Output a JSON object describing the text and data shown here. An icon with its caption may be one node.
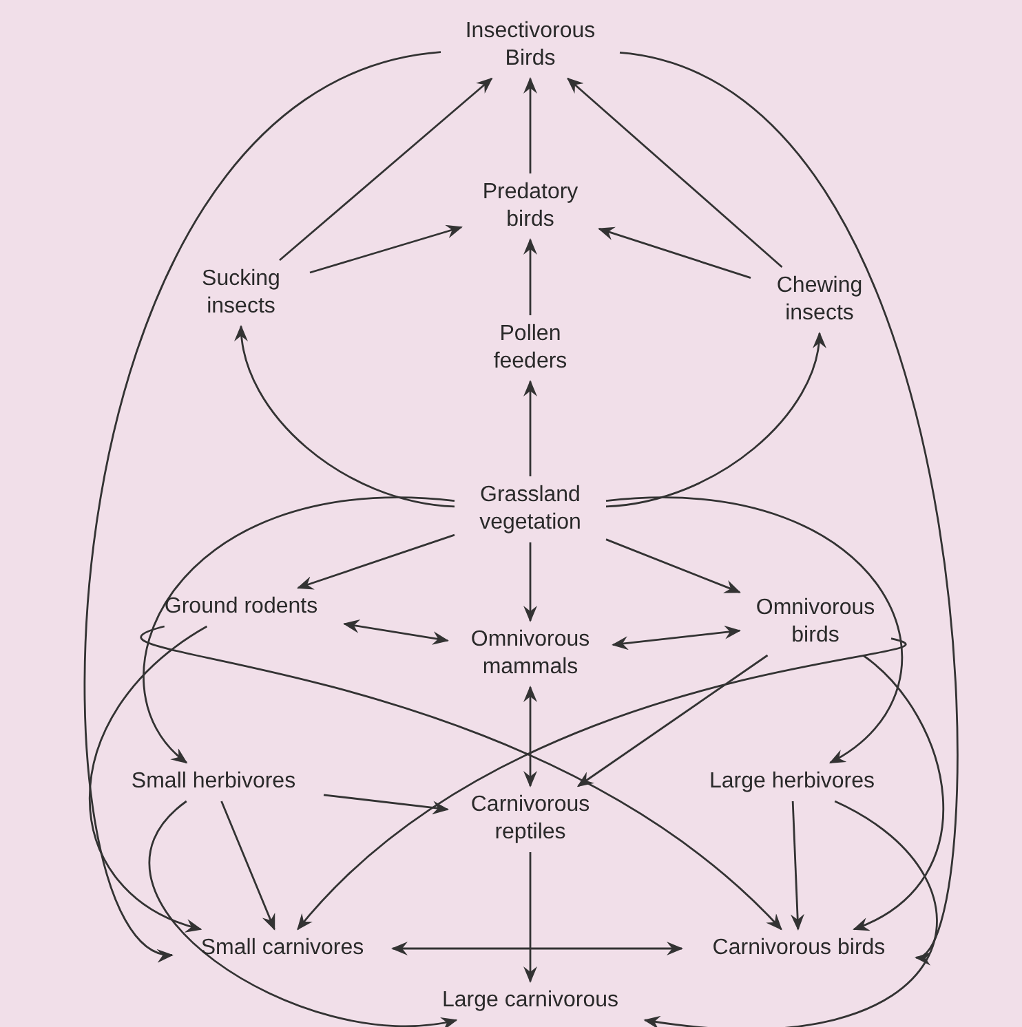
{
  "diagram": {
    "nodes": [
      {
        "text": [
          "Insectivorous Birds"
        ]
      },
      {
        "text": [
          "Predatory birds"
        ]
      },
      {
        "text": [
          "Sucking insects"
        ]
      },
      {
        "text": [
          "Chewing insects"
        ]
      },
      {
        "text": [
          "Pollen feeders"
        ]
      },
      {
        "text": [
          "Grassland vegetation"
        ]
      },
      {
        "text": [
          "Ground rodents"
        ]
      },
      {
        "text": [
          "Omnivorous birds"
        ]
      },
      {
        "text": [
          "Omnivorous mammals"
        ]
      },
      {
        "text": [
          "Small herbivores"
        ]
      },
      {
        "text": [
          "Large herbivores"
        ]
      },
      {
        "text": [
          "Carnivorous reptiles"
        ]
      },
      {
        "text": [
          "Small carnivores"
        ]
      },
      {
        "text": [
          "Carnivorous birds"
        ]
      },
      {
        "text": [
          "Large carnivorous"
        ]
      }
    ],
    "edges": [
      {
        "from": 2,
        "to": 0,
        "arrow": "to"
      },
      {
        "from": 1,
        "to": 0,
        "arrow": "to"
      },
      {
        "from": 3,
        "to": 0,
        "arrow": "to"
      },
      {
        "from": 2,
        "to": 1,
        "arrow": "to"
      },
      {
        "from": 4,
        "to": 1,
        "arrow": "to"
      },
      {
        "from": 3,
        "to": 1,
        "arrow": "to"
      },
      {
        "from": 5,
        "to": 4,
        "arrow": "to"
      },
      {
        "from": 5,
        "to": 2,
        "arrow": "to"
      },
      {
        "from": 5,
        "to": 3,
        "arrow": "to"
      },
      {
        "from": 5,
        "to": 6,
        "arrow": "to"
      },
      {
        "from": 5,
        "to": 8,
        "arrow": "to"
      },
      {
        "from": 5,
        "to": 7,
        "arrow": "to"
      },
      {
        "from": 6,
        "to": 8,
        "arrow": "both"
      },
      {
        "from": 8,
        "to": 7,
        "arrow": "both"
      },
      {
        "from": 8,
        "to": 11,
        "arrow": "both"
      },
      {
        "from": 5,
        "to": 9,
        "arrow": "to"
      },
      {
        "from": 5,
        "to": 10,
        "arrow": "to"
      },
      {
        "from": 9,
        "to": 11,
        "arrow": "to"
      },
      {
        "from": 7,
        "to": 11,
        "arrow": "to"
      },
      {
        "from": 6,
        "to": 13,
        "arrow": "to"
      },
      {
        "from": 7,
        "to": 12,
        "arrow": "to"
      },
      {
        "from": 0,
        "to": 12,
        "arrow": "to"
      },
      {
        "from": 0,
        "to": 13,
        "arrow": "to"
      },
      {
        "from": 6,
        "to": 12,
        "arrow": "to"
      },
      {
        "from": 7,
        "to": 13,
        "arrow": "to"
      },
      {
        "from": 9,
        "to": 12,
        "arrow": "to"
      },
      {
        "from": 10,
        "to": 13,
        "arrow": "to"
      },
      {
        "from": 9,
        "to": 14,
        "arrow": "to"
      },
      {
        "from": 10,
        "to": 14,
        "arrow": "to"
      },
      {
        "from": 11,
        "to": 14,
        "arrow": "to"
      },
      {
        "from": 12,
        "to": 13,
        "arrow": "both"
      }
    ]
  }
}
